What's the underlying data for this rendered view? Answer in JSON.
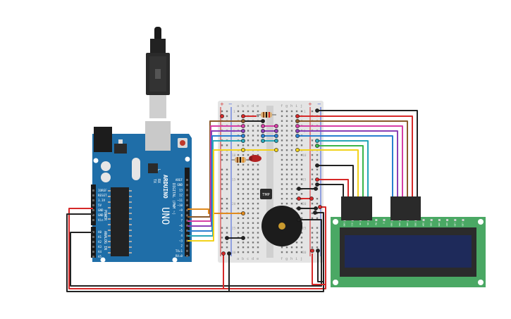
{
  "arduino": {
    "brand": "ARDUINO",
    "model": "UNO",
    "digital_header": "DIGITAL (PWM ~)",
    "power_header": "POWER",
    "analog_header": "ANALOG IN",
    "tx_label": "TX",
    "rx_label": "RX",
    "l_label": "L",
    "pin_labels_right": [
      "AREF",
      "GND",
      "13",
      "12",
      "~11",
      "~10",
      "~9",
      "8",
      "7",
      "~6",
      "~5",
      "4",
      "~3",
      "2",
      "TX▸1",
      "RX◂0"
    ],
    "pin_labels_left": [
      "IOREF",
      "RESET",
      "3.3V",
      "5V",
      "GND",
      "GND",
      "Vin",
      "A0",
      "A1",
      "A2",
      "A3",
      "A4",
      "A5"
    ]
  },
  "breadboard": {
    "columns_top": [
      "a",
      "b",
      "c",
      "d",
      "e",
      "f",
      "g",
      "h",
      "i",
      "j"
    ],
    "rail_plus": "+",
    "rail_minus": "−",
    "row_numbers": [
      "1",
      "5",
      "10",
      "15",
      "20",
      "25",
      "30"
    ]
  },
  "sensor": {
    "label": "TMP"
  },
  "lcd": {
    "pin_labels": [
      "GND",
      "VCC",
      "V0",
      "RS",
      "RW",
      "E",
      "DB0",
      "DB1",
      "DB2",
      "DB3",
      "DB4",
      "DB5",
      "DB6",
      "DB7",
      "LED",
      "LED"
    ]
  },
  "colors": {
    "board_blue": "#1f6ea8",
    "lcd_green": "#4aa864",
    "lcd_screen": "#1e2a5a",
    "wire_red": "#d62828",
    "wire_black": "#222222",
    "wire_orange": "#e08a1e",
    "wire_purple": "#8a3fb5",
    "wire_pink": "#d63fa6",
    "wire_blue": "#2a7fd0",
    "wire_teal": "#27a6b8",
    "wire_yellow": "#f2d21b",
    "wire_green": "#3bb54a",
    "wire_brown": "#8b5a2b"
  }
}
